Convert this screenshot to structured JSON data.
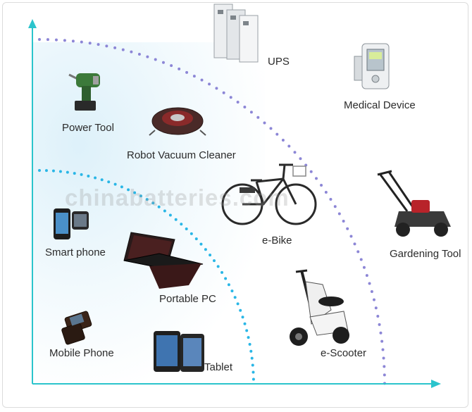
{
  "watermark": "chinabatteries.com",
  "colors": {
    "axis": "#2bc4cc",
    "inner_dots": "#29b6e6",
    "outer_dots": "#8c86d6",
    "glow": "#d2ecf8"
  },
  "items": {
    "ups": "UPS",
    "medical_device": "Medical Device",
    "power_tool": "Power Tool",
    "robot_vacuum": "Robot Vacuum Cleaner",
    "ebike": "e-Bike",
    "gardening_tool": "Gardening Tool",
    "smart_phone": "Smart phone",
    "portable_pc": "Portable PC",
    "escooter": "e-Scooter",
    "mobile_phone": "Mobile Phone",
    "tablet": "Tablet"
  },
  "icons": {
    "ups": "ups-cabinet-icon",
    "medical_device": "infusion-pump-icon",
    "power_tool": "cordless-drill-icon",
    "robot_vacuum": "robot-vacuum-icon",
    "ebike": "electric-bicycle-icon",
    "gardening_tool": "lawn-mower-icon",
    "smart_phone": "smartphone-icon",
    "portable_pc": "laptop-icon",
    "escooter": "electric-scooter-icon",
    "mobile_phone": "flip-phone-icon",
    "tablet": "tablet-icon"
  }
}
